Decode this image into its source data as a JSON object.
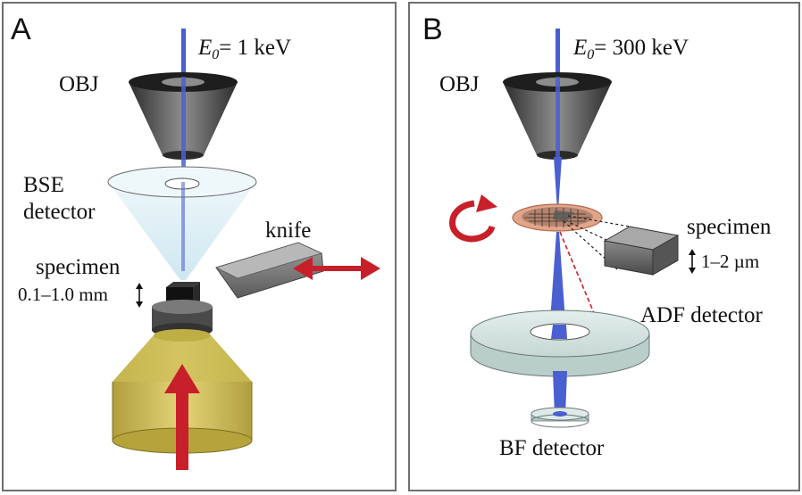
{
  "panel_a": {
    "letter": "A",
    "energy_symbol": "E",
    "energy_subscript": "0",
    "energy_value": "= 1 keV",
    "obj_label": "OBJ",
    "bse_label_line1": "BSE",
    "bse_label_line2": "detector",
    "knife_label": "knife",
    "specimen_label": "specimen",
    "thickness_label": "0.1–1.0 mm"
  },
  "panel_b": {
    "letter": "B",
    "energy_symbol": "E",
    "energy_subscript": "0",
    "energy_value": "= 300 keV",
    "obj_label": "OBJ",
    "specimen_label": "specimen",
    "thickness_label": "1–2 µm",
    "adf_label": "ADF detector",
    "bf_label": "BF detector"
  },
  "colors": {
    "beam": "#4a5fd0",
    "arrow_red": "#c8202a",
    "lens_dark": "#3a3a3a",
    "bse_cone": "#d5ecf4",
    "cylinder_gold": "#c9b63a",
    "adf_ring": "#d4e3e1",
    "grid_copper": "#e2a58a"
  }
}
